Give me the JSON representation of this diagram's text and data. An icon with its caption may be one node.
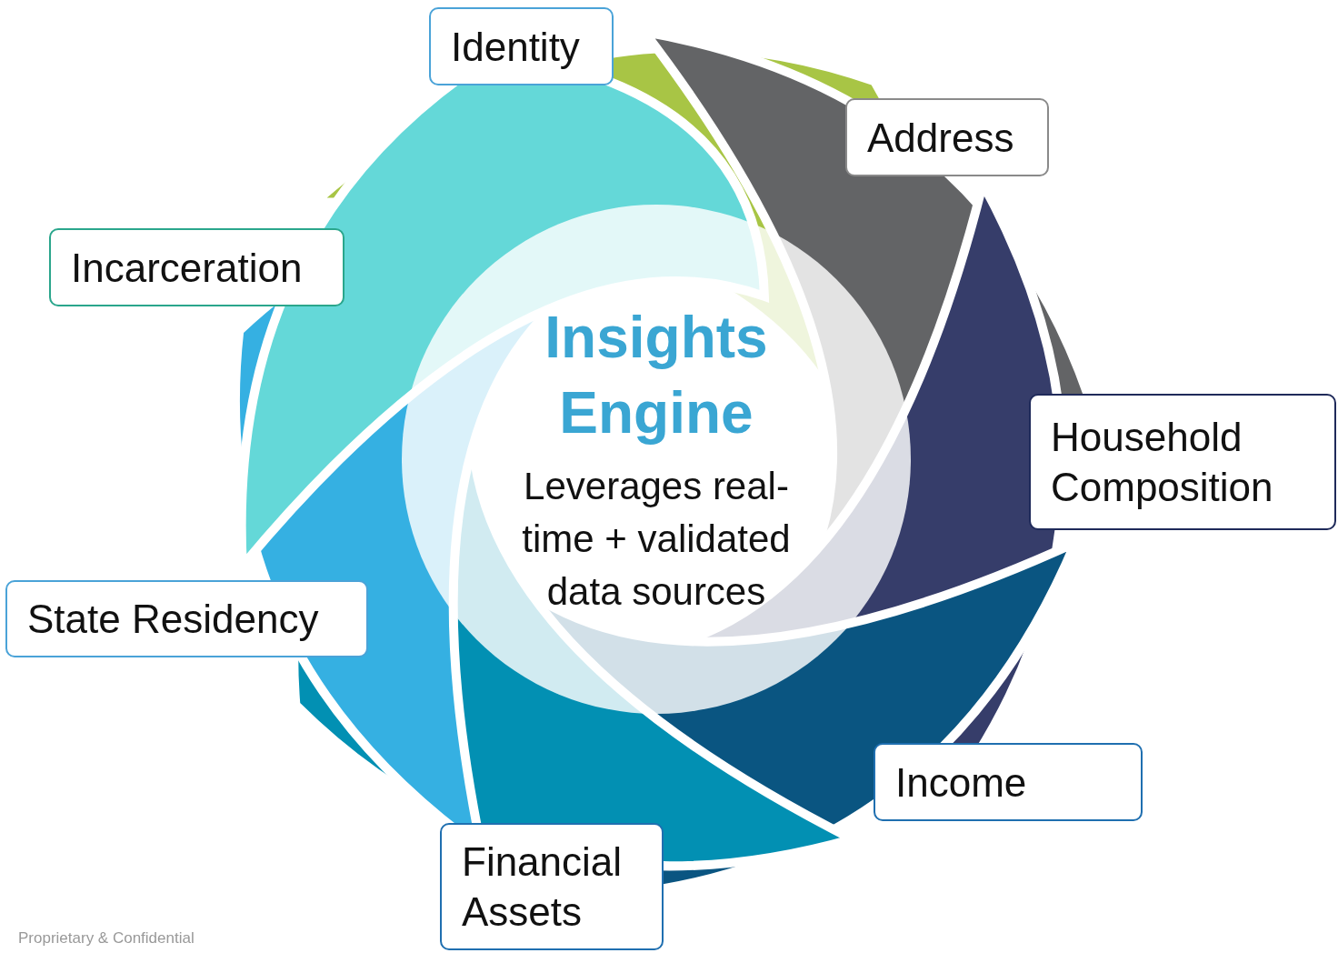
{
  "diagram": {
    "nodes": [
      {
        "text": [
          "Insights Engine",
          "Leverages real-time + validated data sources"
        ]
      },
      {
        "text": [
          "Identity"
        ]
      },
      {
        "text": [
          "Address"
        ]
      },
      {
        "text": [
          "Household Composition"
        ]
      },
      {
        "text": [
          "Income"
        ]
      },
      {
        "text": [
          "Financial Assets"
        ]
      },
      {
        "text": [
          "State Residency"
        ]
      },
      {
        "text": [
          "Incarceration"
        ]
      }
    ],
    "labels": [
      "Proprietary & Confidential"
    ]
  }
}
